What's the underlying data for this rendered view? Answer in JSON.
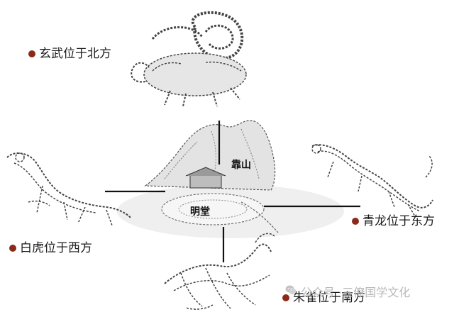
{
  "labels": {
    "north": "玄武位于北方",
    "west": "白虎位于西方",
    "east": "青龙位于东方",
    "south": "朱雀位于南方"
  },
  "center": {
    "mountain": "靠山",
    "hall": "明堂"
  },
  "watermark": {
    "prefix": "公众号 · ",
    "account": "三僚国学文化"
  },
  "colors": {
    "dot": "#8b2a1a",
    "line": "#111111",
    "ink": "#333333"
  }
}
